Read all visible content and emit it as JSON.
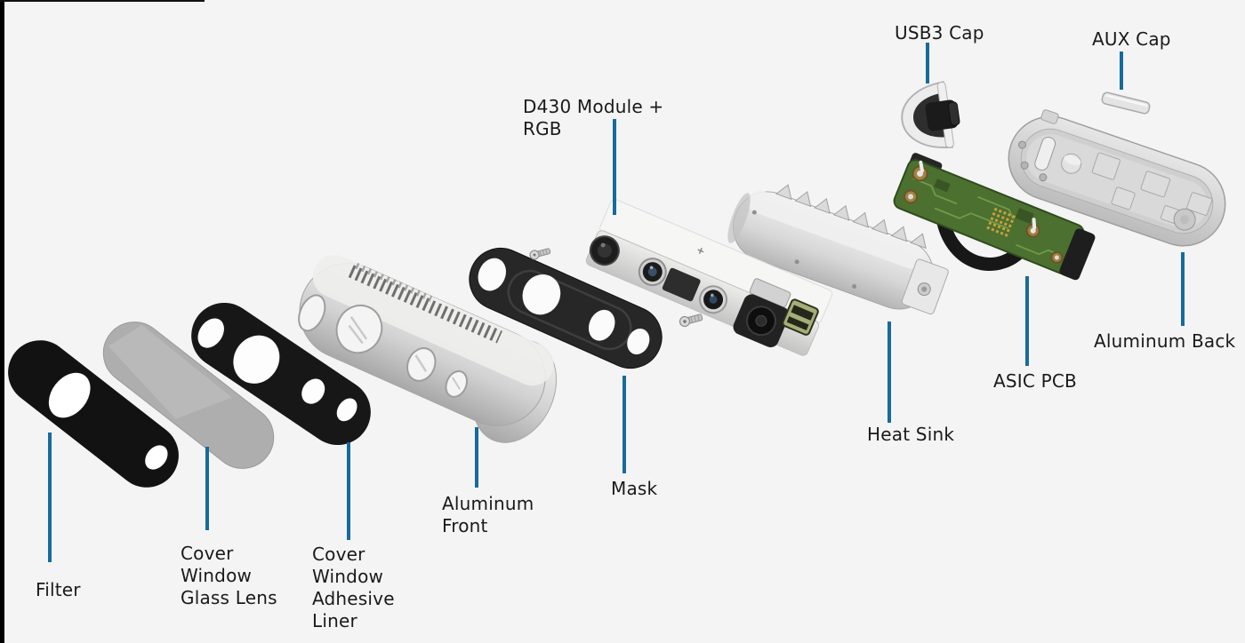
{
  "figure": {
    "kind": "exploded-view parts diagram",
    "part_count_labeled": 11
  },
  "labels": {
    "filter": "Filter",
    "cover_window_glass_lens": "Cover\nWindow\nGlass Lens",
    "cover_window_adhesive_liner": "Cover\nWindow\nAdhesive\nLiner",
    "aluminum_front": "Aluminum\nFront",
    "mask": "Mask",
    "d430_module_rgb": "D430 Module +\nRGB",
    "heat_sink": "Heat Sink",
    "asic_pcb": "ASIC PCB",
    "usb3_cap": "USB3 Cap",
    "aux_cap": "AUX Cap",
    "aluminum_back": "Aluminum Back"
  },
  "colors": {
    "background": "#f4f4f4",
    "label_text": "#1a1a1a",
    "leader_line": "#176b9c",
    "part_black": "#141414",
    "glass_lens_gray": "#aeaeae",
    "aluminum_silver": "#d2d2d2",
    "pcb_green": "#4c7030",
    "pcb_gold_pads": "#c9a13b",
    "left_edge_border": "#000000"
  }
}
